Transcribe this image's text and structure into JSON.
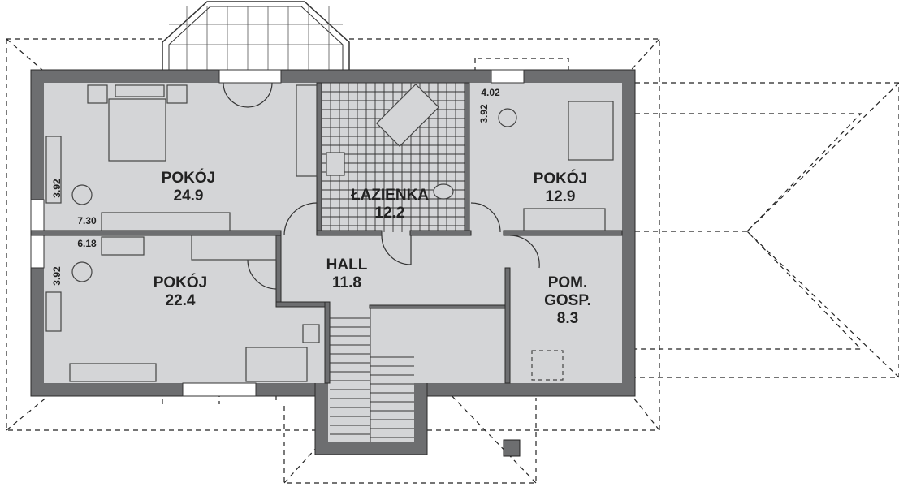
{
  "colors": {
    "wall": "#6d6e70",
    "floor": "#d4d5d7",
    "line": "#222222",
    "background": "#ffffff"
  },
  "rooms": [
    {
      "name": "POKÓJ",
      "area": "24.9"
    },
    {
      "name": "ŁAZIENKA",
      "area": "12.2"
    },
    {
      "name": "POKÓJ",
      "area": "12.9"
    },
    {
      "name": "HALL",
      "area": "11.8"
    },
    {
      "name": "POKÓJ",
      "area": "22.4"
    },
    {
      "name": "POM.",
      "name2": "GOSP.",
      "area": "8.3"
    }
  ],
  "dimensions": [
    "3.92",
    "7.30",
    "6.18",
    "3.92",
    "4.02",
    "3.92"
  ]
}
